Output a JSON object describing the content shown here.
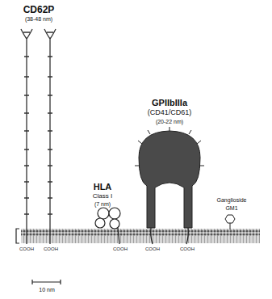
{
  "diagram": {
    "labels": [
      "CD62P",
      "(38-48 nm)",
      "HLA",
      "Class I",
      "(7 nm)",
      "GPIIbIIIa",
      "(CD41/CD61)",
      "(20-22 nm)",
      "Ganglioside",
      "GM1",
      "COOH",
      "COOH",
      "COOH",
      "COOH",
      "COOH",
      "10 nm"
    ]
  }
}
